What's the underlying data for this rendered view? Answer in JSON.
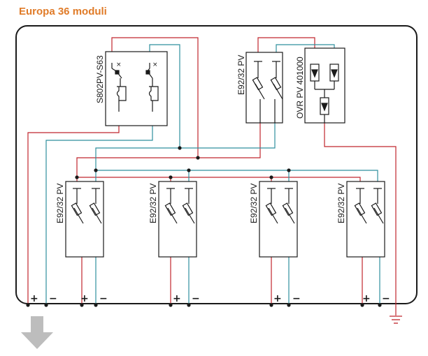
{
  "title": "Europa 36 moduli",
  "labels": {
    "main_switch": "S802PV-S63",
    "top_disconnector": "E92/32 PV",
    "surge_protector": "OVR PV 401000",
    "string_1": "E92/32 PV",
    "string_2": "E92/32 PV",
    "string_3": "E92/32 PV",
    "string_4": "E92/32 PV"
  },
  "terminals": {
    "plus": "+",
    "minus": "−"
  },
  "colors": {
    "title": "#e07b28",
    "positive_wire": "#c0262d",
    "negative_wire": "#2f8f9e",
    "frame": "#1a1a1a",
    "arrow": "#bdbdbd"
  },
  "icons": [
    "ground-icon",
    "output-arrow-icon",
    "fuse-icon",
    "switch-icon",
    "diode-icon"
  ]
}
